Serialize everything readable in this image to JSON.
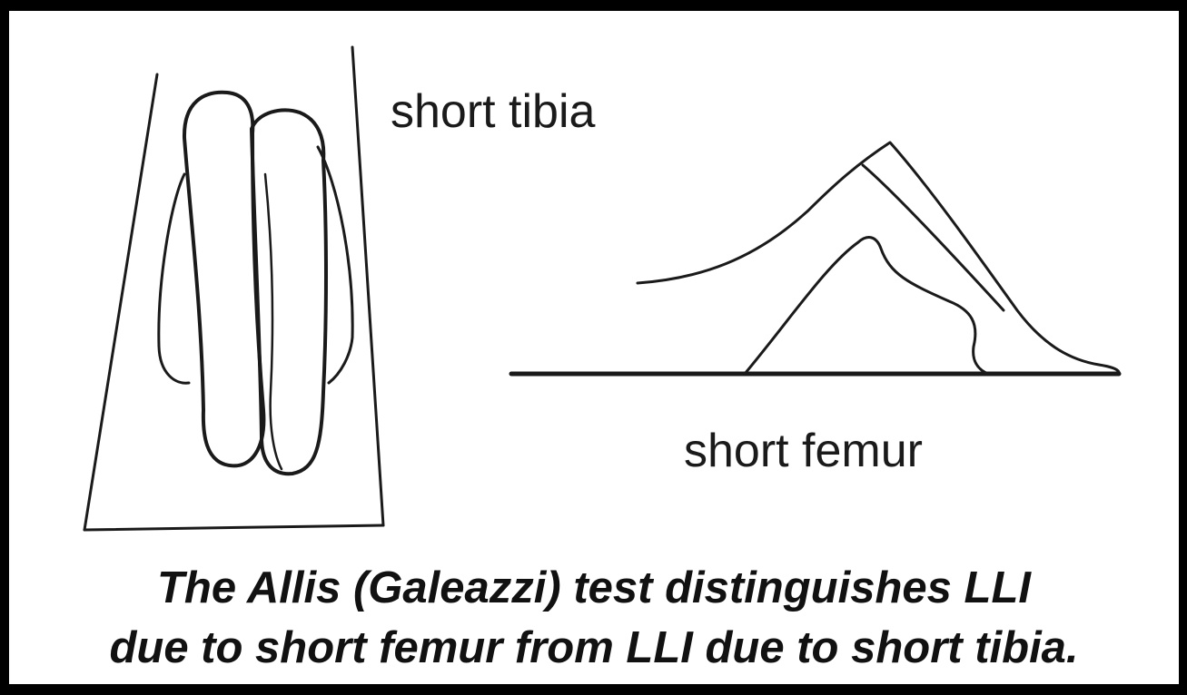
{
  "labels": {
    "short_tibia": "short tibia",
    "short_femur": "short femur"
  },
  "caption": {
    "line1": "The Allis (Galeazzi) test distinguishes LLI",
    "line2": "due to short femur from LLI due to short tibia."
  },
  "colors": {
    "frame": "#000000",
    "background": "#ffffff",
    "ink": "#1a1a1a"
  }
}
